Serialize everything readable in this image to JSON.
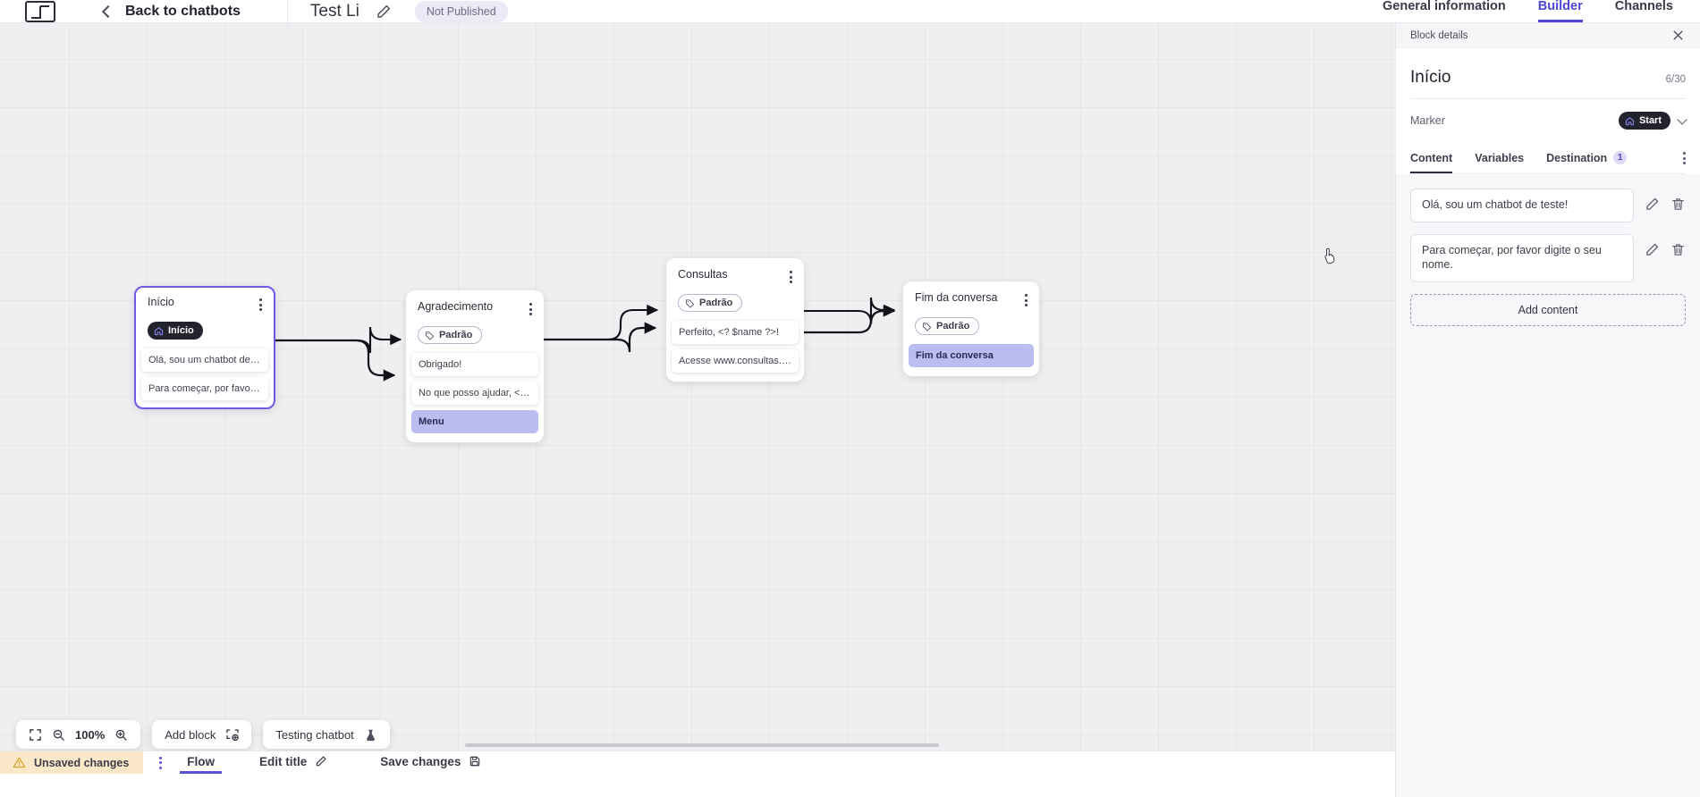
{
  "header": {
    "logo_name": "app-logo",
    "back_label": "Back to chatbots",
    "bot_name": "Test Li",
    "status_badge": "Not Published",
    "tabs": [
      {
        "label": "General information",
        "active": false
      },
      {
        "label": "Builder",
        "active": true
      },
      {
        "label": "Channels",
        "active": false
      }
    ]
  },
  "canvas": {
    "zoom_level": "100%",
    "toolbar": {
      "fit_label": "fit-screen",
      "zoom_out_label": "zoom-out",
      "zoom_in_label": "zoom-in",
      "add_block_label": "Add block",
      "testing_label": "Testing chatbot"
    },
    "blocks": [
      {
        "title": "Início",
        "tag": "Início",
        "tag_type": "start",
        "selected": true,
        "messages": [
          {
            "text": "Olá, sou um chatbot de teste!",
            "highlight": false
          },
          {
            "text": "Para começar, por favor digite o ...",
            "highlight": false
          }
        ]
      },
      {
        "title": "Agradecimento",
        "tag": "Padrão",
        "tag_type": "default",
        "selected": false,
        "messages": [
          {
            "text": "Obrigado!",
            "highlight": false
          },
          {
            "text": "No que posso ajudar, <? $name ...",
            "highlight": false
          },
          {
            "text": "Menu",
            "highlight": true
          }
        ]
      },
      {
        "title": "Consultas",
        "tag": "Padrão",
        "tag_type": "default",
        "selected": false,
        "messages": [
          {
            "text": "Perfeito, <? $name ?>!",
            "highlight": false
          },
          {
            "text": "Acesse www.consultas.com par...",
            "highlight": false
          }
        ]
      },
      {
        "title": "Fim da conversa",
        "tag": "Padrão",
        "tag_type": "default",
        "selected": false,
        "messages": [
          {
            "text": "Fim da conversa",
            "highlight": true
          }
        ]
      }
    ]
  },
  "footer": {
    "unsaved_label": "Unsaved changes",
    "flow_label": "Flow",
    "edit_title_label": "Edit title",
    "save_label": "Save changes"
  },
  "panel": {
    "header_label": "Block details",
    "title": "Início",
    "counter": "6/30",
    "marker_label": "Marker",
    "marker_value": "Start",
    "tabs": [
      {
        "label": "Content",
        "active": true,
        "count": ""
      },
      {
        "label": "Variables",
        "active": false,
        "count": ""
      },
      {
        "label": "Destination",
        "active": false,
        "count": "1"
      }
    ],
    "contents": [
      {
        "text": "Olá, sou um chatbot de teste!"
      },
      {
        "text": "Para começar, por favor digite o seu nome."
      }
    ],
    "add_content_label": "Add content"
  },
  "colors": {
    "accent": "#4f46d8",
    "selected_border": "#6b5ce7",
    "highlight_bg": "#b9bdf0",
    "unsaved_bg": "#fbe8c8",
    "dark_badge": "#23232e"
  }
}
